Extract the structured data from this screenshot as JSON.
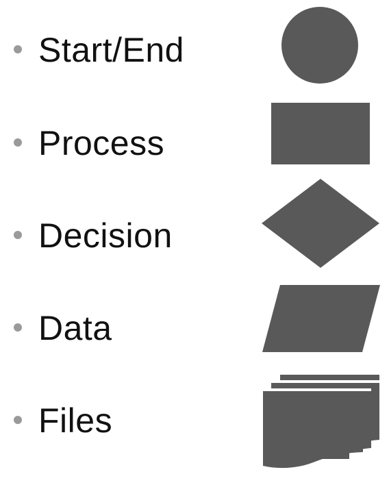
{
  "legend": {
    "items": [
      {
        "label": "Start/End",
        "shape": "circle-icon"
      },
      {
        "label": "Process",
        "shape": "rectangle-icon"
      },
      {
        "label": "Decision",
        "shape": "diamond-icon"
      },
      {
        "label": "Data",
        "shape": "parallelogram-icon"
      },
      {
        "label": "Files",
        "shape": "stacked-documents-icon"
      }
    ]
  },
  "colors": {
    "shape_fill": "#595959",
    "bullet": "#9a9a9a",
    "text": "#111111",
    "background": "#ffffff"
  }
}
